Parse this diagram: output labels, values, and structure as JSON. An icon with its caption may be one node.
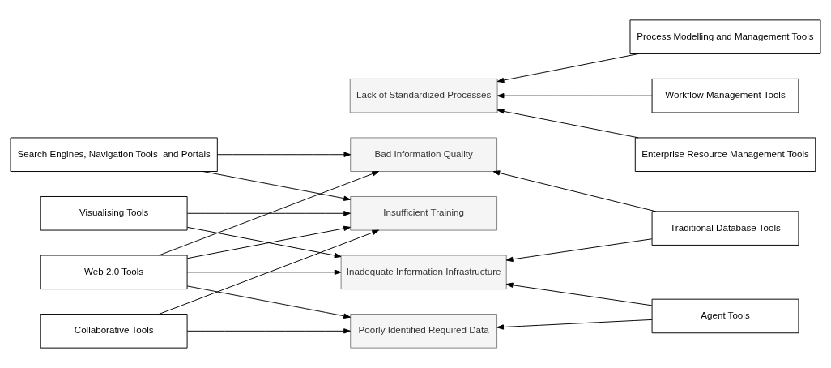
{
  "diagram": {
    "nodes": [
      {
        "text": [
          "Search Engines, Navigation Tools  and Portals"
        ]
      },
      {
        "text": [
          "Visualising Tools"
        ]
      },
      {
        "text": [
          "Collaborative Tools"
        ]
      },
      {
        "text": [
          "Web 2.0 Tools"
        ]
      },
      {
        "text": [
          "Inadequate Information Infrastructure"
        ]
      },
      {
        "text": [
          "Lack of Standardized Processes"
        ]
      },
      {
        "text": [
          "Insufficient Training"
        ]
      },
      {
        "text": [
          "Bad Information Quality"
        ]
      },
      {
        "text": [
          "Poorly Identified Required Data"
        ]
      },
      {
        "text": [
          "Traditional Database Tools"
        ]
      },
      {
        "text": [
          "Process Modelling and Management Tools"
        ]
      },
      {
        "text": [
          "Workflow Management Tools"
        ]
      },
      {
        "text": [
          "Enterprise Resource Management Tools"
        ]
      },
      {
        "text": [
          "Agent Tools"
        ]
      }
    ],
    "edges": [
      {
        "from": 0,
        "to": 6,
        "arrow": "to"
      },
      {
        "from": 0,
        "to": 7,
        "arrow": "to"
      },
      {
        "from": 1,
        "to": 4,
        "arrow": "to"
      },
      {
        "from": 1,
        "to": 6,
        "arrow": "to"
      },
      {
        "from": 2,
        "to": 6,
        "arrow": "to"
      },
      {
        "from": 2,
        "to": 8,
        "arrow": "to"
      },
      {
        "from": 3,
        "to": 4,
        "arrow": "to"
      },
      {
        "from": 3,
        "to": 6,
        "arrow": "to"
      },
      {
        "from": 3,
        "to": 7,
        "arrow": "to"
      },
      {
        "from": 3,
        "to": 8,
        "arrow": "to"
      },
      {
        "from": 9,
        "to": 4,
        "arrow": "to"
      },
      {
        "from": 9,
        "to": 7,
        "arrow": "to"
      },
      {
        "from": 10,
        "to": 5,
        "arrow": "to"
      },
      {
        "from": 11,
        "to": 5,
        "arrow": "to"
      },
      {
        "from": 12,
        "to": 5,
        "arrow": "to"
      },
      {
        "from": 13,
        "to": 4,
        "arrow": "to"
      },
      {
        "from": 13,
        "to": 8,
        "arrow": "to"
      }
    ]
  }
}
